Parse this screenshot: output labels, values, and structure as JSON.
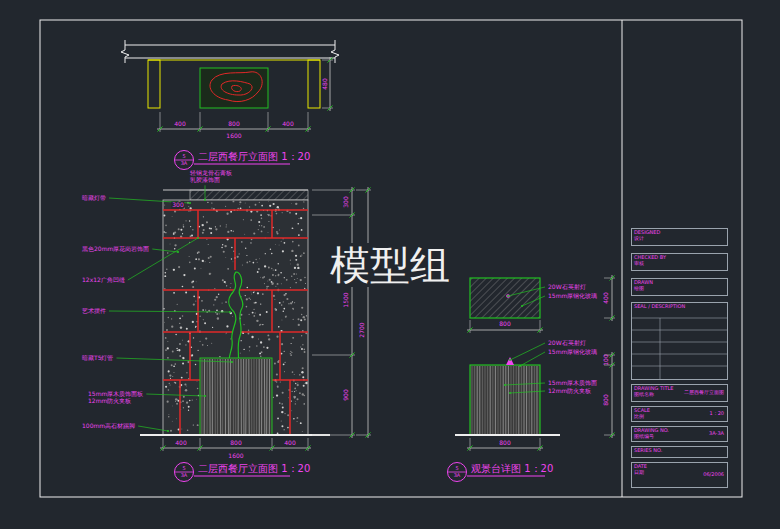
{
  "diagram": {
    "nodes": [
      {
        "text": [
          "5",
          "3A"
        ]
      },
      {
        "text": [
          "5",
          "3A"
        ]
      },
      {
        "text": [
          "5",
          "3A"
        ]
      },
      {
        "text": [
          "DESIGNED",
          "设计"
        ]
      },
      {
        "text": [
          "CHECKED BY",
          "审核"
        ]
      },
      {
        "text": [
          "DRAWN",
          "绘图"
        ]
      },
      {
        "text": [
          "SEAL / DESCRIPTION"
        ]
      },
      {
        "text": [
          "DRAWING TITLE",
          "图纸名称",
          "二层西餐厅立面图"
        ]
      },
      {
        "text": [
          "SCALE",
          "比例",
          "1：20"
        ]
      },
      {
        "text": [
          "DRAWING NO.",
          "图纸编号",
          "3A-3A"
        ]
      },
      {
        "text": [
          "SERIES NO."
        ]
      },
      {
        "text": [
          "DATE",
          "日期",
          "06/2006"
        ]
      }
    ],
    "labels": [
      "400",
      "800",
      "400",
      "1600",
      "480",
      "二层西餐厅立面图 1：20",
      "轻钢龙骨石膏板",
      "乳胶漆饰面",
      "暗藏灯带",
      "300",
      "黑色20mm厚花岗岩饰面",
      "12x12广角凹缝",
      "艺术摆件",
      "暗藏T5灯管",
      "15mm厚木质饰面板",
      "12mm防火夹板",
      "100mm高石材踢脚",
      "400",
      "800",
      "400",
      "1600",
      "300",
      "1500",
      "900",
      "2700",
      "二层西餐厅立面图 1：20",
      "20W石英射灯",
      "15mm厚钢化玻璃",
      "800",
      "400",
      "20W石英射灯",
      "15mm厚钢化玻璃",
      "15mm厚木质饰面",
      "12mm防火夹板",
      "100",
      "800",
      "800",
      "观景台详图 1：20",
      "模型组"
    ]
  }
}
